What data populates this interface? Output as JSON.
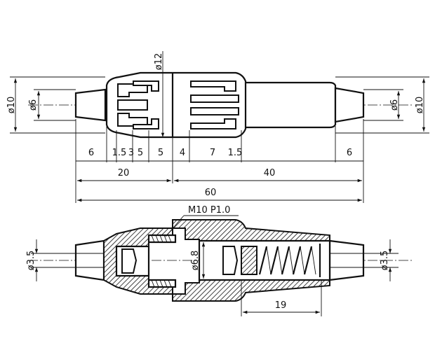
{
  "top_view": {
    "diameters": {
      "left_outer": "ø10",
      "left_inner": "ø6",
      "center": "ø12",
      "right_inner": "ø6",
      "right_outer": "ø10"
    },
    "row1": [
      "6",
      "1.5",
      "3",
      "5",
      "5",
      "4",
      "7",
      "1.5",
      "6"
    ],
    "row2": [
      "20",
      "40"
    ],
    "row3": [
      "60"
    ]
  },
  "section_view": {
    "thread": "M10 P1.0",
    "left_diameter": "ø3.5",
    "inner_diameter": "ø6.8",
    "right_diameter": "ø3.5",
    "spring_length": "19"
  },
  "colors": {
    "line": "#111111",
    "background": "#ffffff"
  }
}
